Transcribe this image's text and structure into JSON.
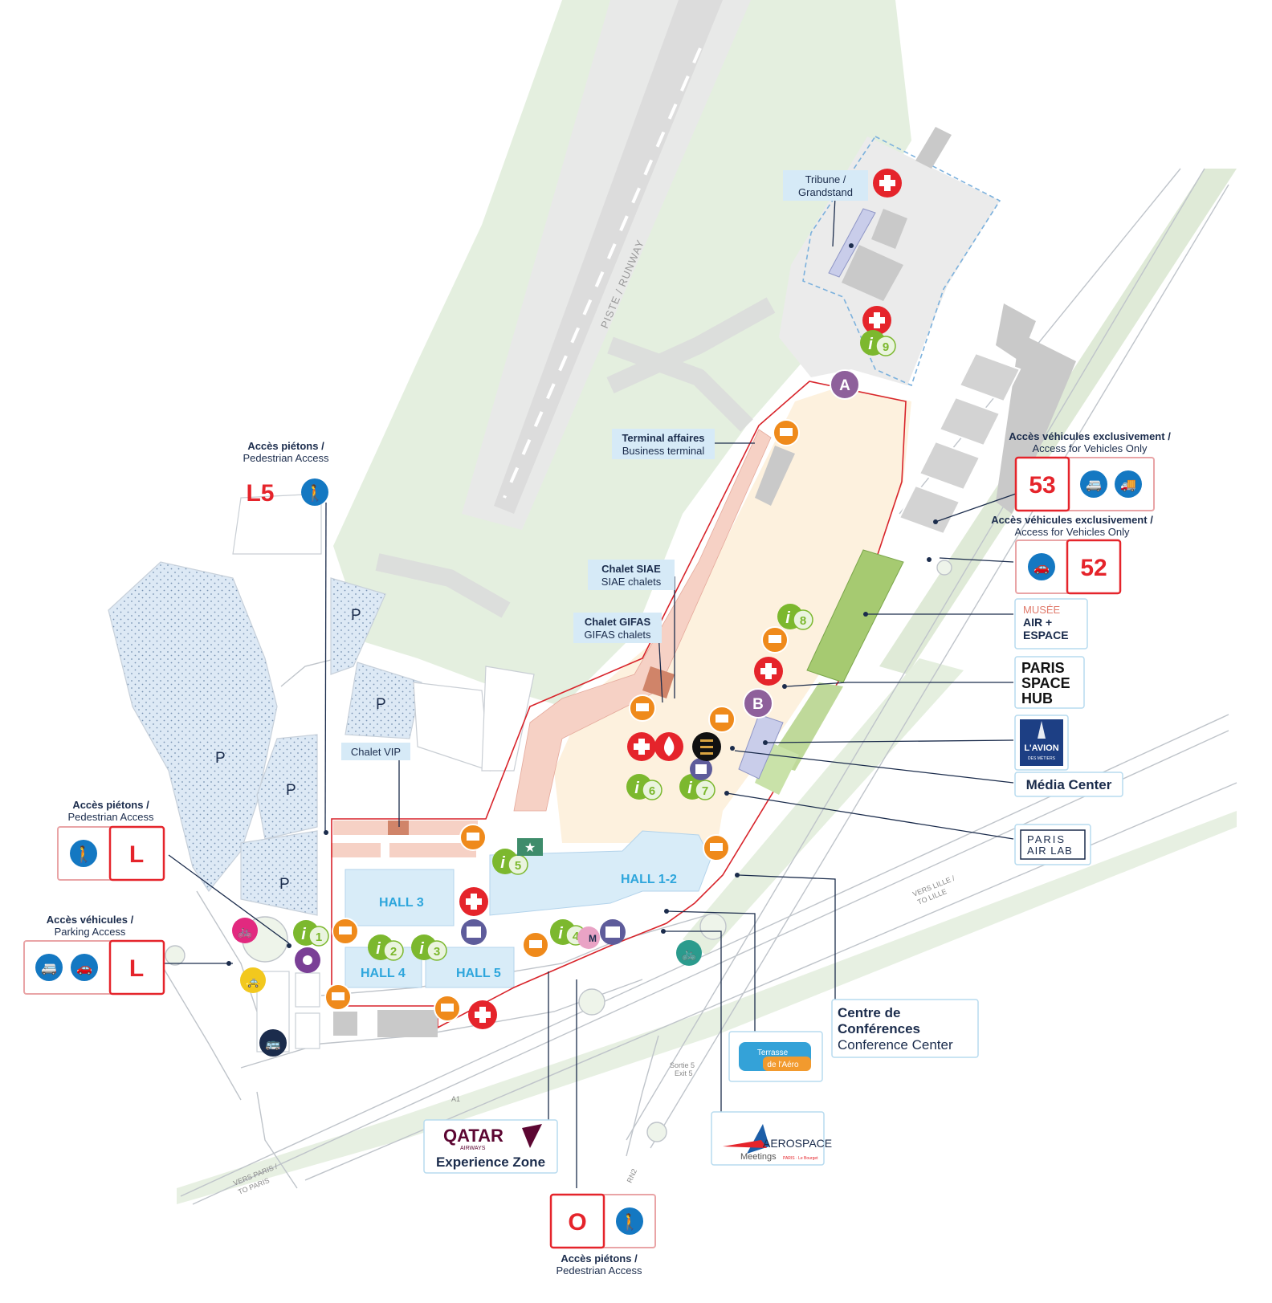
{
  "labels": {
    "tribune": [
      "Tribune /",
      "Grandstand"
    ],
    "terminal": [
      "Terminal affaires",
      "Business terminal"
    ],
    "chalet_siae": [
      "Chalet SIAE",
      "SIAE chalets"
    ],
    "chalet_gifas": [
      "Chalet GIFAS",
      "GIFAS chalets"
    ],
    "chalet_vip": "Chalet VIP",
    "runway": "PISTE / RUNWAY",
    "hall_1_2": "HALL 1-2",
    "hall_3": "HALL 3",
    "hall_4": "HALL 4",
    "hall_5": "HALL 5",
    "parking": "P",
    "road_a1": "A1",
    "road_rn2": "RN2",
    "exit5": [
      "Sortie 5",
      "Exit 5"
    ],
    "to_paris": [
      "VERS PARIS /",
      "TO PARIS"
    ],
    "to_lille": [
      "VERS LILLE /",
      "TO LILLE"
    ]
  },
  "access": {
    "pedestrian_l5": {
      "title": "Accès piétons /",
      "subtitle": "Pedestrian Access",
      "code": "L5"
    },
    "pedestrian_l": {
      "title": "Accès piétons /",
      "subtitle": "Pedestrian Access",
      "code": "L"
    },
    "vehicle_l": {
      "title": "Accès véhicules /",
      "subtitle": "Parking Access",
      "code": "L"
    },
    "pedestrian_o": {
      "title": "Accès piétons /",
      "subtitle": "Pedestrian Access",
      "code": "O"
    },
    "vehicle_53": {
      "title": "Accès véhicules exclusivement /",
      "subtitle": "Access for Vehicles Only",
      "code": "53"
    },
    "vehicle_52": {
      "title": "Accès véhicules exclusivement /",
      "subtitle": "Access for Vehicles Only",
      "code": "52"
    }
  },
  "markers": {
    "gate_a": "A",
    "gate_b": "B",
    "info": [
      "1",
      "2",
      "3",
      "4",
      "5",
      "6",
      "7",
      "8",
      "9"
    ],
    "metro": "M"
  },
  "partners": {
    "musee": [
      "MUSÉE",
      "AIR +",
      "ESPACE"
    ],
    "space_hub": [
      "PARIS",
      "SPACE",
      "HUB"
    ],
    "avion": [
      "L'AVION",
      "DES MÉTIERS"
    ],
    "media_center": "Média Center",
    "air_lab": [
      "PARIS",
      "AIR LAB"
    ],
    "conference": [
      "Centre de",
      "Conférences",
      "Conference Center"
    ],
    "terrasse": [
      "Terrasse",
      "de l'Aéro"
    ],
    "aerospace": [
      "AEROSPACE",
      "Meetings",
      "PARIS · Le Bourget"
    ],
    "qatar": [
      "QATAR",
      "AIRWAYS",
      "Experience Zone"
    ]
  },
  "colors": {
    "grass": "#e3eedd",
    "runway_gray": "#e9eaea",
    "venue": "#fdf1de",
    "hall": "#d8ecf8",
    "chalet": "#f6d1c5",
    "parking": "#dce8f4",
    "red": "#e5242b",
    "blue": "#1478c2",
    "orange": "#ef8a1b",
    "green": "#7cb82e",
    "purple": "#8e609b",
    "dark": "#1b2c4c"
  }
}
